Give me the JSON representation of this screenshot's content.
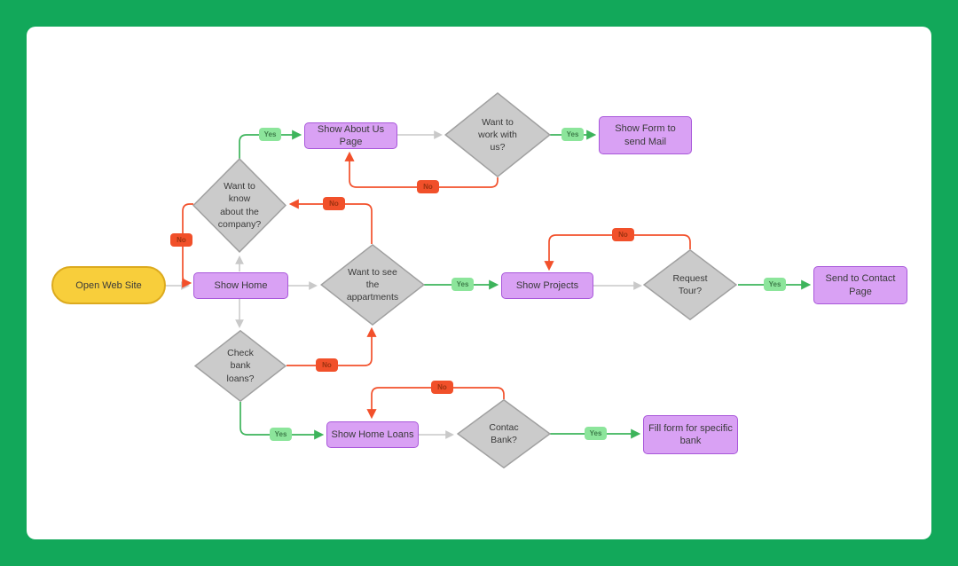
{
  "app": {
    "background_color": "#12a85a",
    "surface_color": "#ffffff"
  },
  "colors": {
    "yes_edge": "#3db45b",
    "yes_badge_bg": "#8ce59b",
    "yes_badge_text": "#3e7d4a",
    "no_edge": "#f2502b",
    "no_badge_bg": "#f1502a",
    "no_badge_text": "#9c3210",
    "neutral_edge": "#c9c9c9",
    "process_fill": "#d9a1f4",
    "process_border": "#a857da",
    "decision_fill": "#cbcbcb",
    "decision_border": "#a0a0a0",
    "start_fill": "#f8ce3b",
    "start_border": "#dcaa1e"
  },
  "edge_labels": {
    "yes": "Yes",
    "no": "No"
  },
  "nodes": {
    "start": {
      "label": "Open Web Site",
      "type": "start"
    },
    "show_home": {
      "label": "Show Home",
      "type": "process"
    },
    "want_know_company": {
      "label": "Want to know about the company?",
      "type": "decision"
    },
    "show_about_us": {
      "label": "Show About Us Page",
      "type": "process"
    },
    "want_work_with_us": {
      "label": "Want to work with us?",
      "type": "decision"
    },
    "show_form_mail": {
      "label": "Show Form to send Mail",
      "type": "process"
    },
    "want_see_apartments": {
      "label": "Want to see the appartments",
      "type": "decision"
    },
    "show_projects": {
      "label": "Show Projects",
      "type": "process"
    },
    "request_tour": {
      "label": "Request Tour?",
      "type": "decision"
    },
    "send_contact_page": {
      "label": "Send to Contact Page",
      "type": "process"
    },
    "check_bank_loans": {
      "label": "Check bank loans?",
      "type": "decision"
    },
    "show_home_loans": {
      "label": "Show Home Loans",
      "type": "process"
    },
    "contac_bank": {
      "label": "Contac Bank?",
      "type": "decision"
    },
    "fill_form_bank": {
      "label": "Fill form for specific bank",
      "type": "process"
    }
  },
  "edges": [
    {
      "from": "start",
      "to": "show_home",
      "label": ""
    },
    {
      "from": "show_home",
      "to": "want_know_company",
      "label": ""
    },
    {
      "from": "show_home",
      "to": "want_see_apartments",
      "label": ""
    },
    {
      "from": "show_home",
      "to": "check_bank_loans",
      "label": ""
    },
    {
      "from": "want_know_company",
      "to": "show_about_us",
      "label": "Yes"
    },
    {
      "from": "want_know_company",
      "to": "show_home",
      "label": "No"
    },
    {
      "from": "show_about_us",
      "to": "want_work_with_us",
      "label": ""
    },
    {
      "from": "want_work_with_us",
      "to": "show_form_mail",
      "label": "Yes"
    },
    {
      "from": "want_work_with_us",
      "to": "show_about_us",
      "label": "No"
    },
    {
      "from": "want_see_apartments",
      "to": "show_projects",
      "label": "Yes"
    },
    {
      "from": "want_see_apartments",
      "to": "want_know_company",
      "label": "No"
    },
    {
      "from": "show_projects",
      "to": "request_tour",
      "label": ""
    },
    {
      "from": "request_tour",
      "to": "send_contact_page",
      "label": "Yes"
    },
    {
      "from": "request_tour",
      "to": "show_projects",
      "label": "No"
    },
    {
      "from": "check_bank_loans",
      "to": "show_home_loans",
      "label": "Yes"
    },
    {
      "from": "check_bank_loans",
      "to": "want_see_apartments",
      "label": "No"
    },
    {
      "from": "show_home_loans",
      "to": "contac_bank",
      "label": ""
    },
    {
      "from": "contac_bank",
      "to": "fill_form_bank",
      "label": "Yes"
    },
    {
      "from": "contac_bank",
      "to": "show_home_loans",
      "label": "No"
    }
  ]
}
